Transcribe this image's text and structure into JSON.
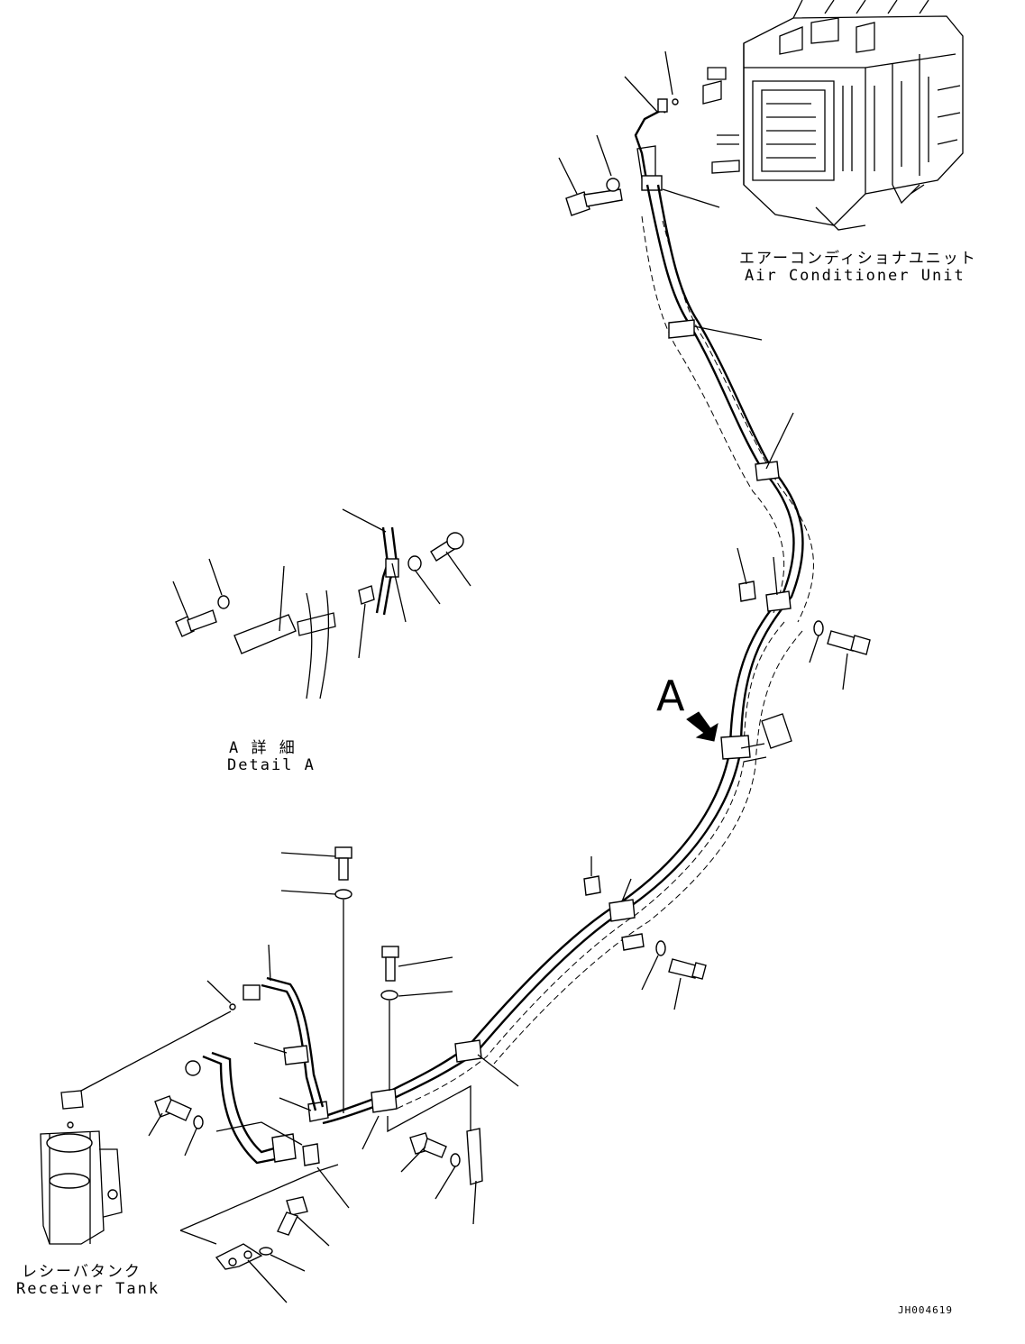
{
  "labels": {
    "air_conditioner_jp": "エアーコンディショナユニット",
    "air_conditioner_en": "Air Conditioner Unit",
    "detail_jp": "A 詳 細",
    "detail_en": "Detail A",
    "receiver_jp": "レシーバタンク",
    "receiver_en": "Receiver Tank",
    "view_letter": "A",
    "drawing_id": "JH004619"
  },
  "icons": [
    "arrow-icon"
  ]
}
